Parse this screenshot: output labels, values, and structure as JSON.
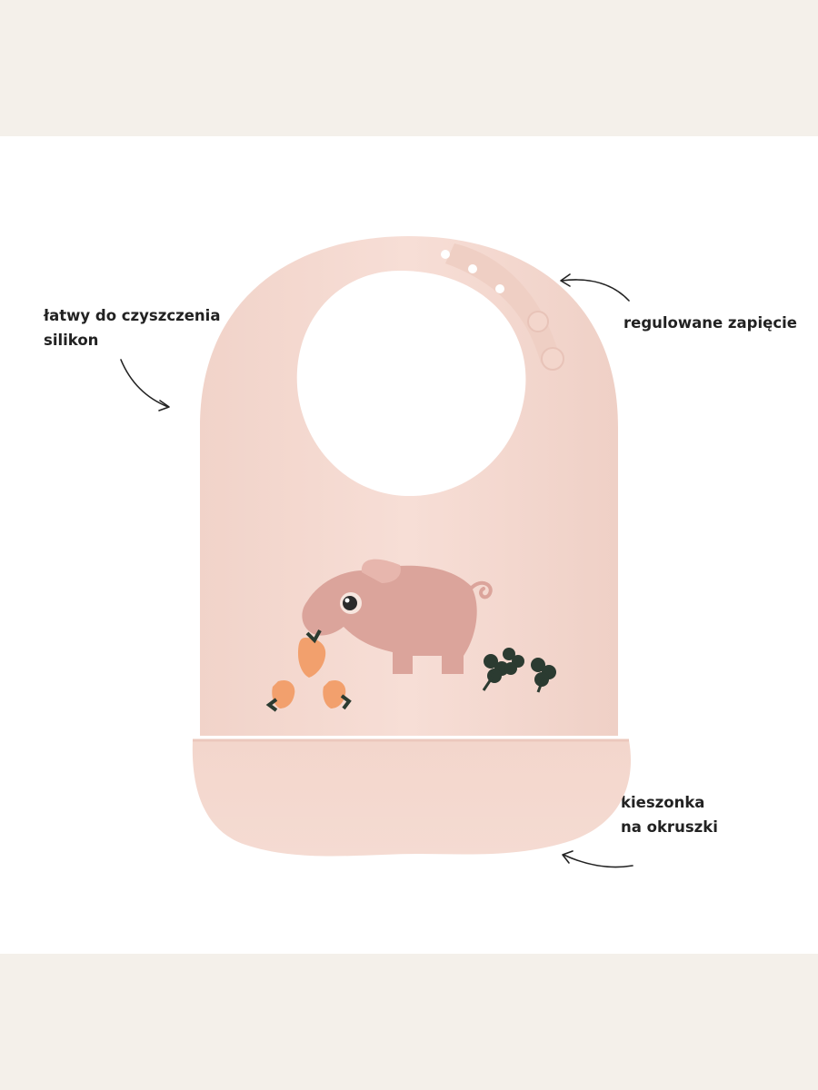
{
  "annotations": {
    "easy_clean": {
      "line1": "łatwy do czyszczenia",
      "line2": "silikon"
    },
    "adjustable_clasp": {
      "line1": "regulowane zapięcie"
    },
    "crumb_pocket": {
      "line1": "kieszonka",
      "line2": "na okruszki"
    }
  },
  "colors": {
    "background_band": "#f4f0ea",
    "panel": "#ffffff",
    "bib": "#f6dcd3",
    "bib_pocket": "#f3d5cb",
    "pig": "#dba49b",
    "strawberry": "#f2a06d",
    "clover": "#2b3b31",
    "text": "#222222"
  },
  "product": {
    "type": "silicone bib",
    "illustration": [
      "pig",
      "strawberry",
      "clover"
    ]
  }
}
